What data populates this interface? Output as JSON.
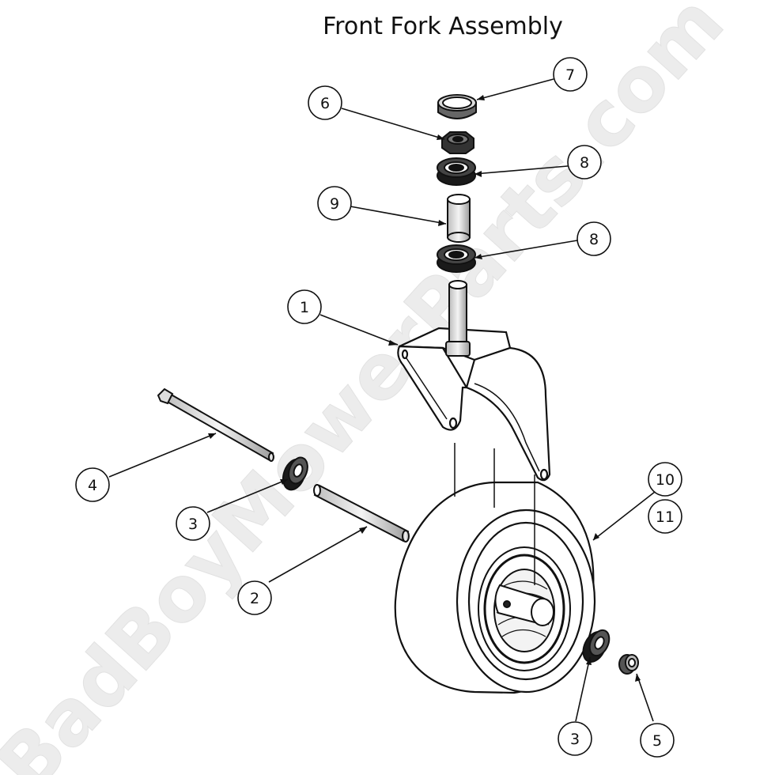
{
  "title": "Front Fork Assembly",
  "watermark": "BadBoyMowerParts.com",
  "callouts": [
    "1",
    "2",
    "3",
    "3",
    "4",
    "5",
    "6",
    "7",
    "8",
    "8",
    "9",
    "10",
    "11"
  ]
}
